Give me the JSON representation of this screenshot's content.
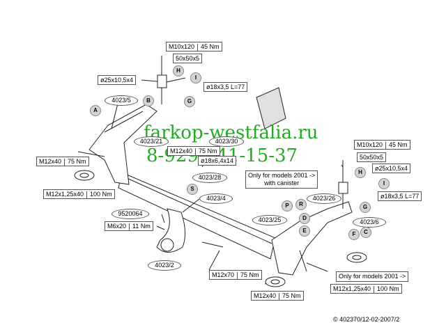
{
  "watermark": {
    "site": "farkop-westfalia.ru",
    "phone": "8-929-941-15-37"
  },
  "footer": "© 402370/12-02-2007/2",
  "bolt_specs": {
    "top_m10": {
      "size": "M10x120",
      "torque": "45 Nm"
    },
    "top_washer": "50x50x5",
    "top_d25": "ø25x10,5x4",
    "top_d18": "ø18x3,5 L=77",
    "left_m12x40": {
      "size": "M12x40",
      "torque": "75 Nm"
    },
    "center_m12x40": {
      "size": "M12x40",
      "torque": "75 Nm"
    },
    "center_d18": "ø18x6,4x14",
    "left_m12x125": {
      "size": "M12x1,25x40",
      "torque": "100 Nm"
    },
    "m6x20": {
      "size": "M6x20",
      "torque": "11 Nm"
    },
    "right_m10": {
      "size": "M10x120",
      "torque": "45 Nm"
    },
    "right_washer": "50x50x5",
    "right_d25": "ø25x10,5x4",
    "right_d18": "ø18x3,5 L=77",
    "bottom_m12x70": {
      "size": "M12x70",
      "torque": "75 Nm"
    },
    "bottom_m12x40": {
      "size": "M12x40",
      "torque": "75 Nm"
    },
    "bottom_m12x125": {
      "size": "M12x1,25x40",
      "torque": "100 Nm"
    }
  },
  "parts": {
    "p4023_5": "4023/5",
    "p4023_21": "4023/21",
    "p4023_30": "4023/30",
    "p4023_28": "4023/28",
    "p4023_4": "4023/4",
    "p9520064": "9520064",
    "p4023_2": "4023/2",
    "p4023_26": "4023/26",
    "p4023_25": "4023/25",
    "p4023_6": "4023/6"
  },
  "letters": [
    "A",
    "B",
    "G",
    "H",
    "I",
    "H",
    "I",
    "S",
    "P",
    "R",
    "D",
    "E",
    "F",
    "G",
    "C"
  ],
  "notes": {
    "canister": "Only for models 2001 ->\nwith canister",
    "models2001": "Only for models 2001 ->"
  }
}
